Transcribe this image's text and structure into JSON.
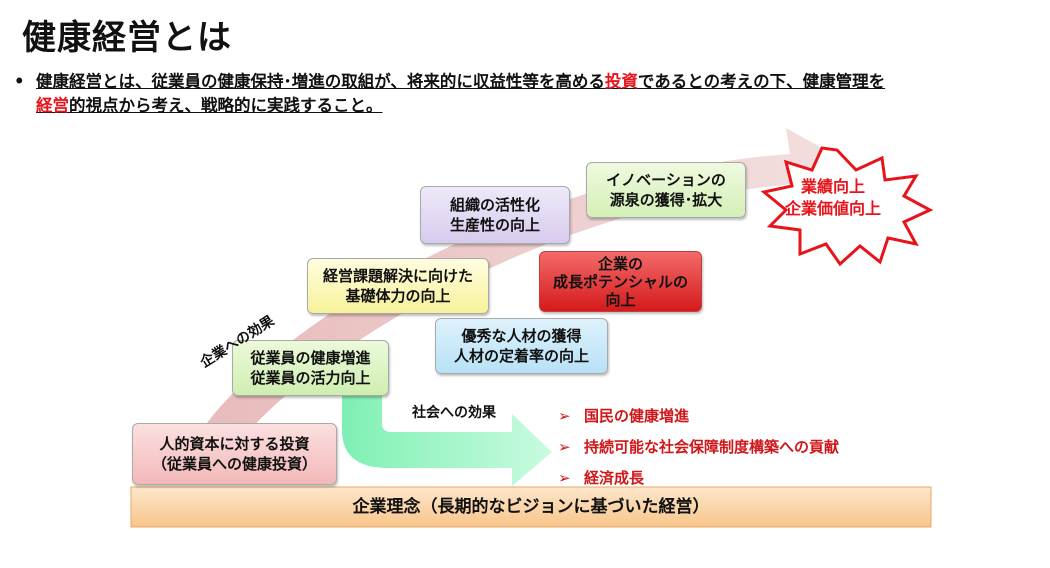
{
  "title": "健康経営とは",
  "intro": {
    "bullet": "•",
    "part1": "健康経営とは、従業員の健康保持･増進の取組が、将来的に収益性等を高める",
    "hl1": "投資",
    "part2": "であるとの考えの下、健康管理を",
    "hl2": "経営",
    "part3": "的視点から考え、戦略的に実践すること。"
  },
  "boxes": {
    "investment": {
      "line1": "人的資本に対する投資",
      "line2": "（従業員への健康投資）"
    },
    "health": {
      "line1": "従業員の健康増進",
      "line2": "従業員の活力向上"
    },
    "basic": {
      "line1": "経営課題解決に向けた",
      "line2": "基礎体力の向上"
    },
    "org": {
      "line1": "組織の活性化",
      "line2": "生産性の向上"
    },
    "innovation": {
      "line1": "イノベーションの",
      "line2": "源泉の獲得･拡大"
    },
    "talent": {
      "line1": "優秀な人材の獲得",
      "line2": "人材の定着率の向上"
    },
    "growth": {
      "line1": "企業の",
      "line2": "成長ポテンシャルの",
      "line3": "向上"
    },
    "philosophy": "企業理念（長期的なビジョンに基づいた経営）"
  },
  "labels": {
    "corporate_effect": "企業への効果",
    "social_effect": "社会への効果"
  },
  "social_list": {
    "marker": "➢",
    "items": [
      "国民の健康増進",
      "持続可能な社会保障制度構築への貢献",
      "経済成長"
    ]
  },
  "burst": {
    "line1": "業績向上",
    "line2": "企業価値向上"
  },
  "colors": {
    "accent_red": "#e8141b",
    "list_red": "#d0171a",
    "burst_stroke": "#e8141b",
    "arrow_pink": "#ecc8c8",
    "arrow_green": "#9df5c4",
    "base_orange": "#fcd9b0"
  }
}
